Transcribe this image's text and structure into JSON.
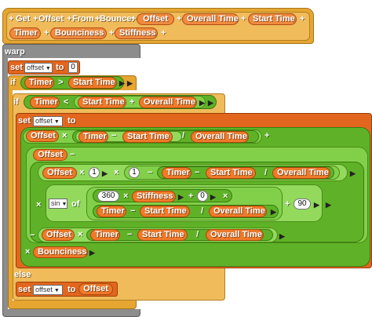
{
  "hat": {
    "get": "Get",
    "offset": "Offset",
    "from": "From",
    "bounce": "Bounce:",
    "params": [
      "Offset",
      "Overall Time",
      "Start Time",
      "Timer",
      "Bounciness",
      "Stiffness"
    ]
  },
  "warp": "warp",
  "set_kw": "set",
  "to_kw": "to",
  "if_kw": "if",
  "else_kw": "else",
  "of_kw": "of",
  "var_dropdown": "offset",
  "func_dropdown": "sin",
  "numbers": {
    "zero": "0",
    "one": "1",
    "three_sixty": "360",
    "ninety": "90"
  },
  "ops": {
    "gt": ">",
    "lt": "<",
    "plus": "+",
    "minus": "−",
    "times": "×",
    "divide": "/"
  },
  "vars": {
    "timer": "Timer",
    "start_time": "Start Time",
    "overall_time": "Overall Time",
    "offset": "Offset",
    "bounciness": "Bounciness",
    "stiffness": "Stiffness"
  },
  "colors": {
    "control": "#e6a631",
    "variables": "#e2661e",
    "operators": "#5fb227",
    "custom": "#8d8d8d"
  }
}
